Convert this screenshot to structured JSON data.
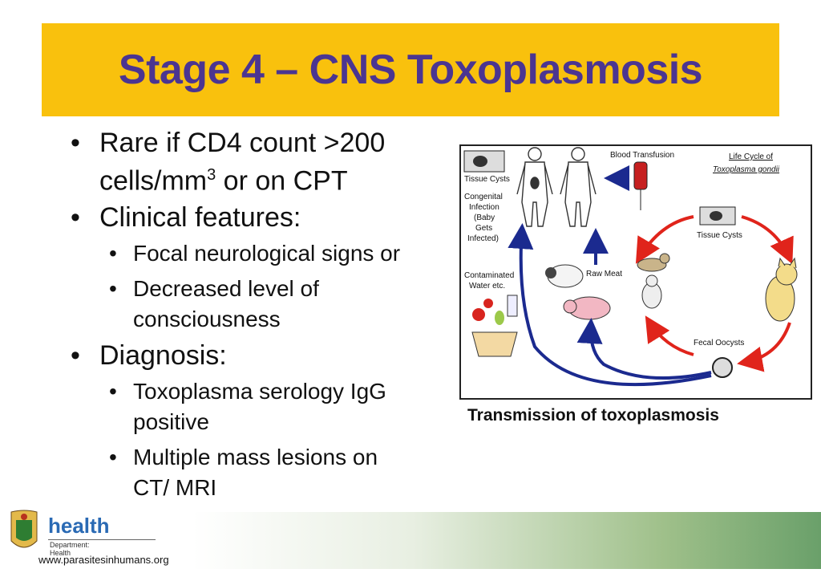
{
  "slide": {
    "title": "Stage 4 – CNS Toxoplasmosis",
    "bullets": {
      "b1_line1": "Rare if CD4 count >200",
      "b1_line2_pre": "cells/mm",
      "b1_sup": "3",
      "b1_line2_post": " or on CPT",
      "b2": "Clinical features:",
      "b2_sub1": "Focal neurological signs or",
      "b2_sub2_line1": "Decreased level of",
      "b2_sub2_line2": "consciousness",
      "b3": "Diagnosis:",
      "b3_sub1_line1": "Toxoplasma serology IgG",
      "b3_sub1_line2": "positive",
      "b3_sub2_line1": "Multiple mass lesions on",
      "b3_sub2_line2": "CT/ MRI"
    },
    "figure": {
      "caption": "Transmission of toxoplasmosis",
      "labels": {
        "blood_transfusion": "Blood Transfusion",
        "life_cycle_1": "Life Cycle of",
        "life_cycle_2": "Toxoplasma gondii",
        "tissue_cysts_left": "Tissue Cysts",
        "congenital_1": "Congenital",
        "congenital_2": "Infection",
        "congenital_3": "(Baby",
        "congenital_4": "Gets",
        "congenital_5": "Infected)",
        "tissue_cysts_right": "Tissue Cysts",
        "contaminated_1": "Contaminated",
        "contaminated_2": "Water etc.",
        "raw_meat": "Raw Meat",
        "fecal_oocysts": "Fecal Oocysts"
      }
    },
    "footer": {
      "logo_word": "health",
      "logo_line1": "Department:",
      "logo_line2": "Health",
      "url": "www.parasitesinhumans.org"
    }
  }
}
